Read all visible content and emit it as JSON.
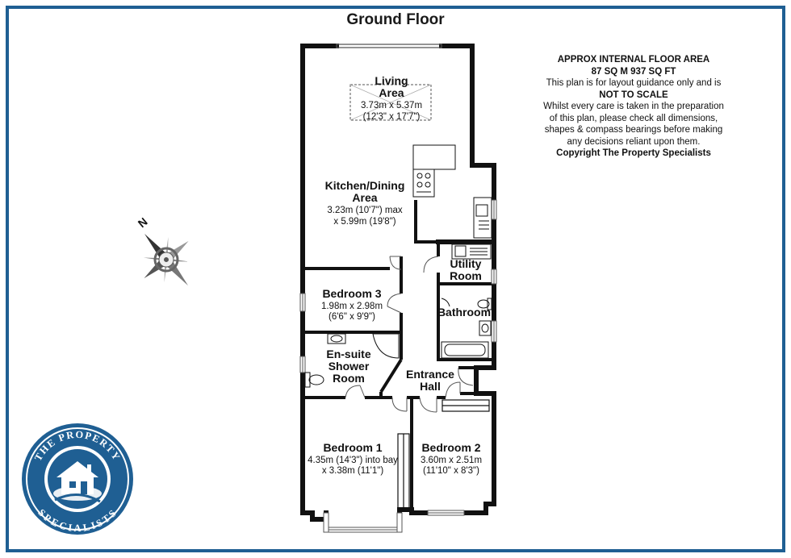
{
  "title": "Ground Floor",
  "info": {
    "line1": "APPROX INTERNAL FLOOR AREA",
    "line2": "87 SQ M 937 SQ FT",
    "line3": "This plan is for layout guidance only and is",
    "line4": "NOT TO SCALE",
    "line5": "Whilst every care is taken in the preparation",
    "line6": "of this plan, please check all dimensions,",
    "line7": "shapes & compass bearings before making",
    "line8": "any decisions reliant upon them.",
    "line9": "Copyright The Property Specialists"
  },
  "compass": {
    "label": "N"
  },
  "rooms": {
    "living": {
      "name1": "Living",
      "name2": "Area",
      "dim1": "3.73m x 5.37m",
      "dim2": "(12'3\" x 17'7\")"
    },
    "kitchen": {
      "name1": "Kitchen/Dining",
      "name2": "Area",
      "dim1": "3.23m (10'7\") max",
      "dim2": "x 5.99m (19'8\")"
    },
    "utility": {
      "name1": "Utility",
      "name2": "Room"
    },
    "bedroom3": {
      "name": "Bedroom 3",
      "dim1": "1.98m x 2.98m",
      "dim2": "(6'6\" x 9'9\")"
    },
    "bathroom": {
      "name": "Bathroom"
    },
    "ensuite": {
      "name1": "En-suite",
      "name2": "Shower",
      "name3": "Room"
    },
    "hall": {
      "name1": "Entrance",
      "name2": "Hall"
    },
    "bedroom1": {
      "name": "Bedroom 1",
      "dim1": "4.35m (14'3\") into bay",
      "dim2": "x 3.38m (11'1\")"
    },
    "bedroom2": {
      "name": "Bedroom 2",
      "dim1": "3.60m x 2.51m",
      "dim2": "(11'10\" x 8'3\")"
    }
  },
  "logo": {
    "top": "THE PROPERTY",
    "bottom": "SPECIALISTS"
  },
  "colors": {
    "border": "#1f5f93",
    "wall": "#111111",
    "logo_blue": "#1f5f93"
  }
}
